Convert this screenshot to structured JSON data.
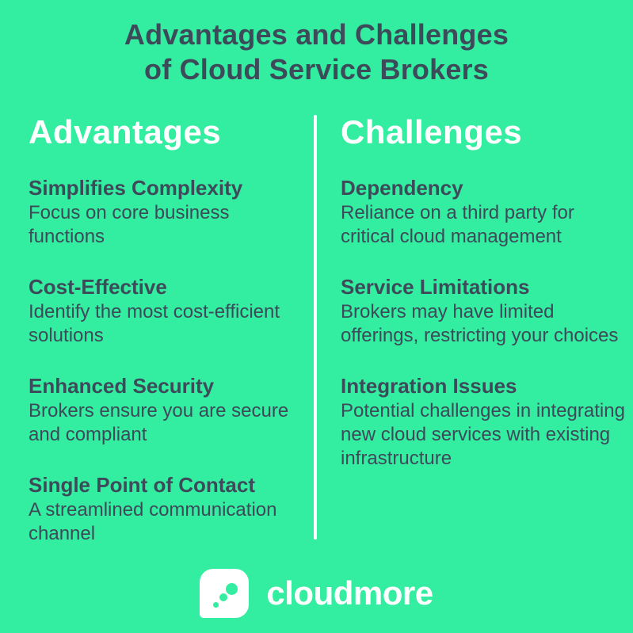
{
  "colors": {
    "background": "#33EDA1",
    "dark_text": "#3D4A59",
    "column_header_text": "#FFFFFF",
    "divider": "#FFFFFF",
    "logo_background": "#FFFFFF",
    "logo_dots": "#33EDA1",
    "brand_text": "#FFFFFF"
  },
  "title": {
    "line1": "Advantages and Challenges",
    "line2": "of Cloud Service Brokers"
  },
  "columns": [
    {
      "header": "Advantages",
      "items": [
        {
          "title": "Simplifies Complexity",
          "lines": [
            "Focus on core business",
            "functions"
          ]
        },
        {
          "title": "Cost-Effective",
          "lines": [
            "Identify the most cost-efficient",
            "solutions"
          ]
        },
        {
          "title": "Enhanced Security",
          "lines": [
            "Brokers ensure you are secure",
            "and compliant"
          ]
        },
        {
          "title": "Single Point of Contact",
          "lines": [
            "A streamlined communication",
            "channel"
          ]
        }
      ]
    },
    {
      "header": "Challenges",
      "items": [
        {
          "title": "Dependency",
          "lines": [
            "Reliance on a third party for",
            "critical cloud management"
          ]
        },
        {
          "title": "Service Limitations",
          "lines": [
            "Brokers may have limited",
            "offerings, restricting your choices"
          ]
        },
        {
          "title": "Integration Issues",
          "lines": [
            "Potential challenges in integrating",
            "new cloud services with existing",
            "infrastructure"
          ]
        }
      ]
    }
  ],
  "footer": {
    "brand": "cloudmore"
  }
}
